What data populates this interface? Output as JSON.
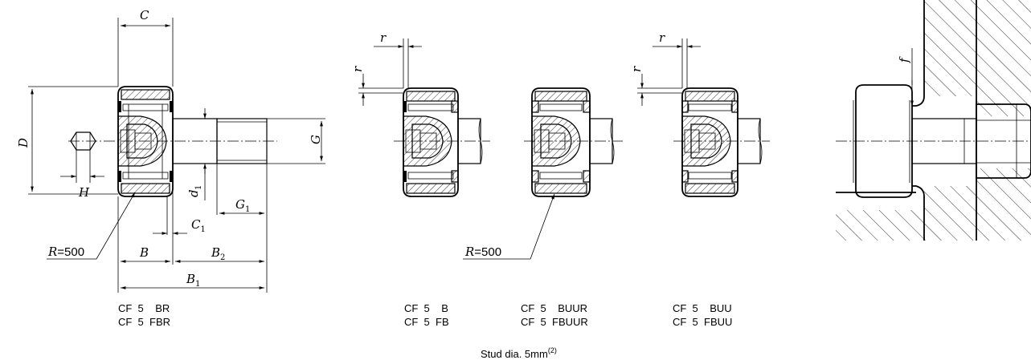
{
  "dimensions": {
    "C": "C",
    "D": "D",
    "H": "H",
    "G": "G",
    "d": "d",
    "d_sub": "1",
    "C1": "C",
    "C1_sub": "1",
    "G1": "G",
    "G1_sub": "1",
    "B": "B",
    "B2": "B",
    "B2_sub": "2",
    "B1": "B",
    "B1_sub": "1",
    "r": "r",
    "f": "f",
    "R_letter": "R",
    "R_value": "=500"
  },
  "captions": {
    "fig1": [
      "CF  5    BR",
      "CF  5  FBR"
    ],
    "fig2": [
      "CF  5    B",
      "CF  5  FB"
    ],
    "fig3": [
      "CF  5    BUUR",
      "CF  5  FBUUR"
    ],
    "fig4": [
      "CF  5    BUU",
      "CF  5  FBUU"
    ]
  },
  "footnote": {
    "text": "Stud dia. 5mm",
    "sup": "(2)"
  }
}
